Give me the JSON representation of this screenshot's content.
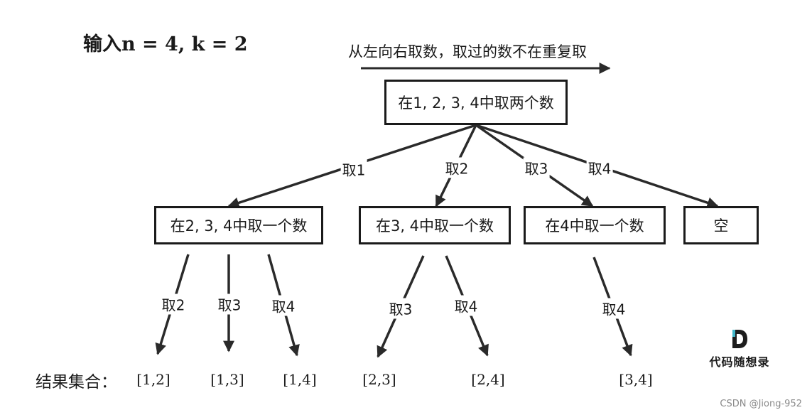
{
  "title": {
    "prefix": "输入",
    "formula": "n = 4, k = 2"
  },
  "note": "从左向右取数，取过的数不在重复取",
  "root": {
    "label": "在1, 2, 3, 4中取两个数"
  },
  "level1": [
    {
      "label": "在2, 3, 4中取一个数",
      "edge": "取1"
    },
    {
      "label": "在3, 4中取一个数",
      "edge": "取2"
    },
    {
      "label": "在4中取一个数",
      "edge": "取3"
    },
    {
      "label": "空",
      "edge": "取4"
    }
  ],
  "level2_edges": [
    "取2",
    "取3",
    "取4",
    "取3",
    "取4",
    "取4"
  ],
  "results_label": "结果集合：",
  "results": [
    "[1,2]",
    "[1,3]",
    "[1,4]",
    "[2,3]",
    "[2,4]",
    "[3,4]"
  ],
  "logo": {
    "text": "代码随想录",
    "letter": "D",
    "color": "#1d1d1d",
    "accent": "#3fb6c9"
  },
  "watermark": "CSDN @Jiong-952"
}
